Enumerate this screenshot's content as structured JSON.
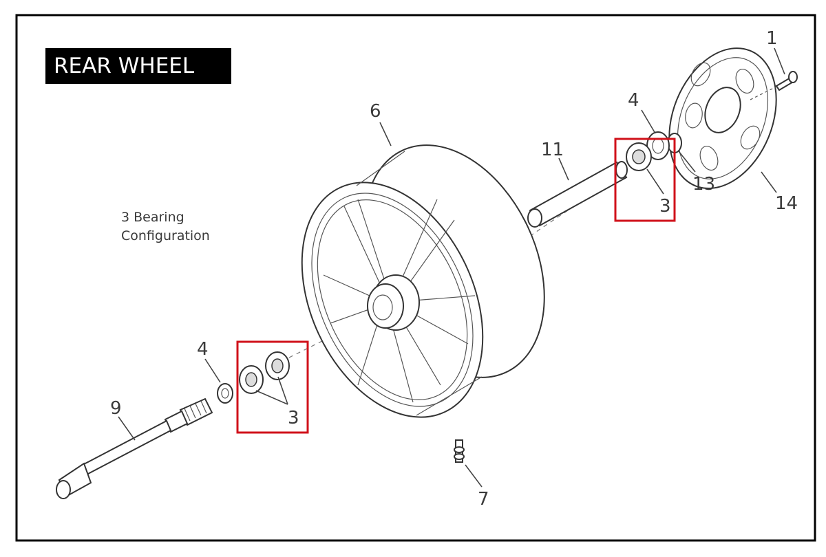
{
  "title": "REAR WHEEL",
  "note": {
    "line1": "3 Bearing",
    "line2": "Configuration"
  },
  "callouts": {
    "c1": "1",
    "c3_right": "3",
    "c3_left": "3",
    "c4_right": "4",
    "c4_left": "4",
    "c6": "6",
    "c7": "7",
    "c9": "9",
    "c11": "11",
    "c13": "13",
    "c14": "14"
  },
  "colors": {
    "highlight": "#d0111a",
    "title_background": "#000000",
    "title_text": "#ffffff",
    "border": "#000000"
  }
}
